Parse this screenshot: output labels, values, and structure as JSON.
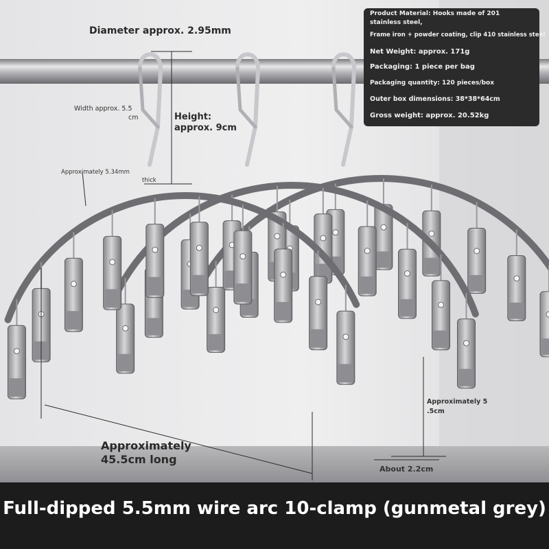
{
  "labels": {
    "diameter": "Diameter approx. 2.95mm",
    "width": "Width approx. 5.5",
    "width_unit": "cm",
    "height_1": "Height:",
    "height_2": "approx. 9cm",
    "thick_1": "Approximately 5.34mm",
    "thick_2": "thick",
    "length_1": "Approximately",
    "length_2": "45.5cm long",
    "clip_len_1": "Approximately 5",
    "clip_len_2": ".5cm",
    "clip_width": "About 2.2cm"
  },
  "specs": [
    "Product Material: Hooks made of 201",
    "stainless steel,",
    "Frame iron + powder coating, clip 410 stainless steel",
    "Net Weight: approx. 171g",
    "Packaging: 1 piece per bag",
    "Packaging quantity: 120 pieces/box",
    "Outer box dimensions: 38*38*64cm",
    "Gross weight: approx. 20.52kg"
  ],
  "banner": {
    "title": "Full-dipped 5.5mm wire arc 10-clamp (gunmetal grey)"
  },
  "colors": {
    "background": "#e9e9ea",
    "frame": "#6e6e72",
    "clip": "#a9a9ad",
    "banner": "#1c1c1c",
    "spec_box": "#2b2b2b"
  }
}
